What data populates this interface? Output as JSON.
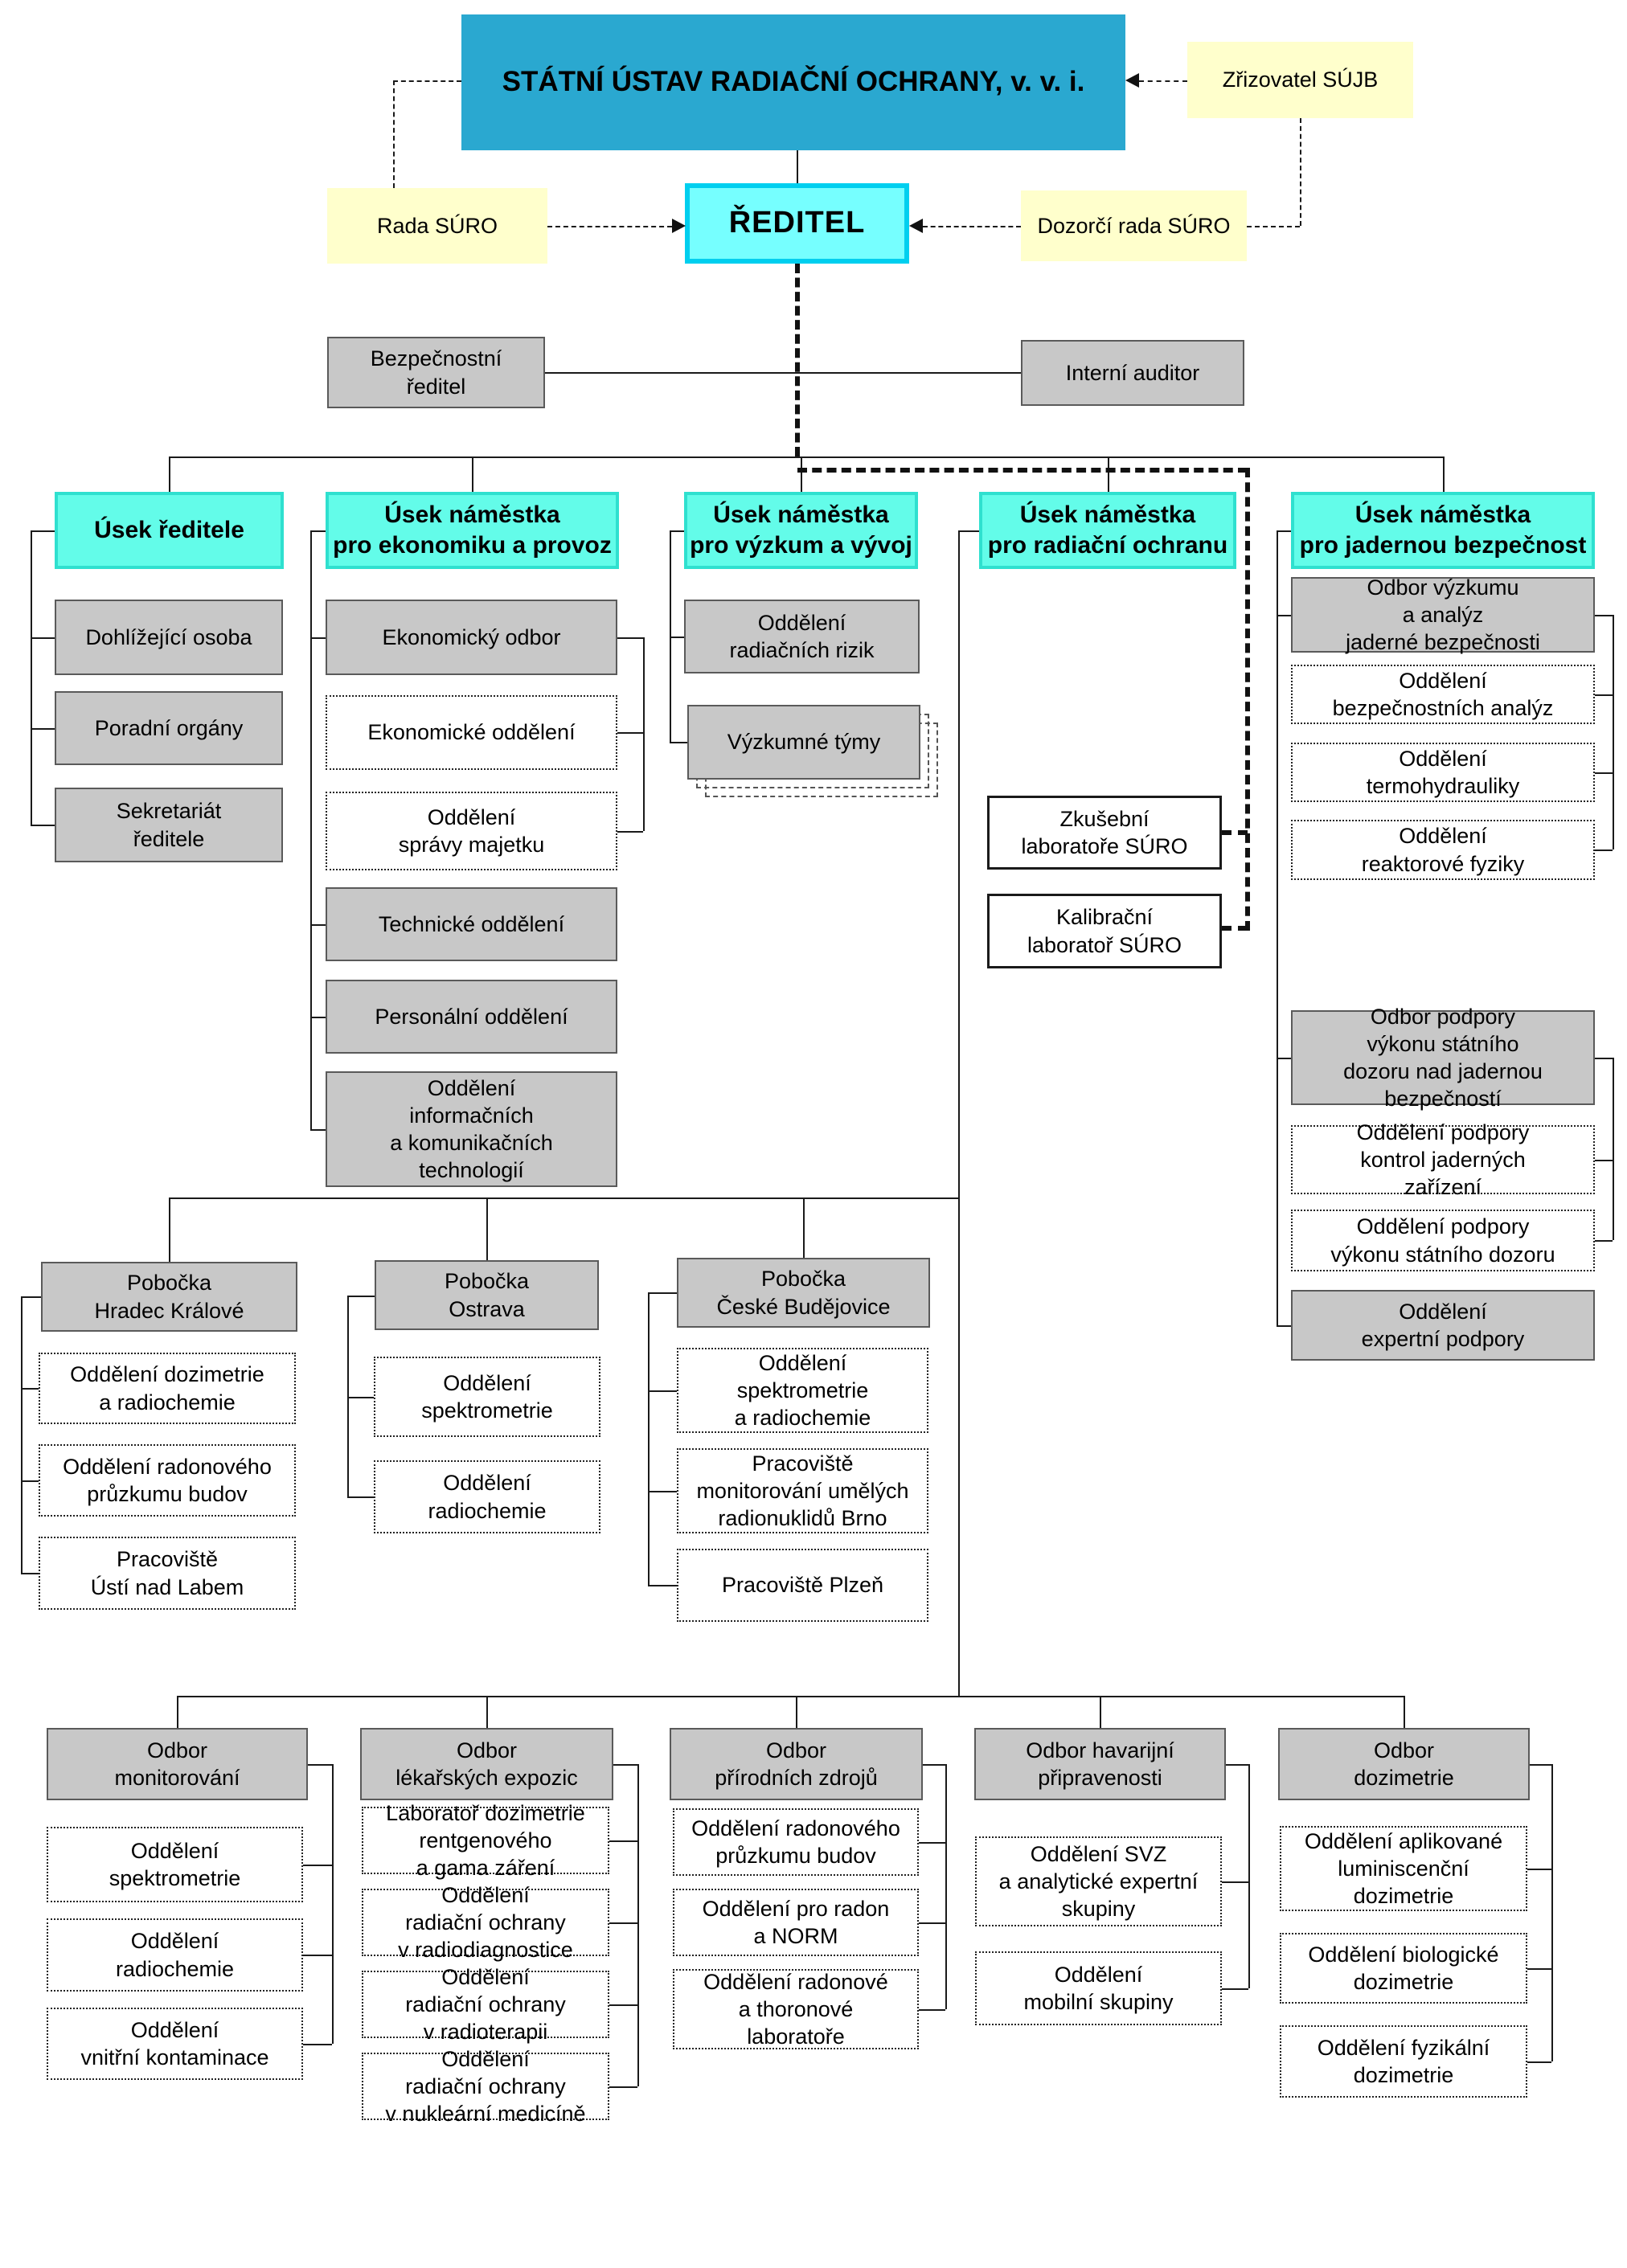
{
  "institute": {
    "title": "STÁTNÍ ÚSTAV RADIAČNÍ OCHRANY, v. v. i.",
    "founder": "Zřizovatel SÚJB",
    "board": "Rada SÚRO",
    "director": "ŘEDITEL",
    "supervisory_board": "Dozorčí rada SÚRO",
    "security_director": "Bezpečnostní\nředitel",
    "internal_auditor": "Interní auditor"
  },
  "divisions": {
    "reditel": {
      "title": "Úsek ředitele",
      "units": [
        "Dohlížející osoba",
        "Poradní orgány",
        "Sekretariát\nředitele"
      ]
    },
    "ekonomika": {
      "title": "Úsek náměstka\npro ekonomiku a provoz",
      "units": [
        "Ekonomický odbor",
        "Ekonomické oddělení",
        "Oddělení\nsprávy majetku",
        "Technické oddělení",
        "Personální oddělení",
        "Oddělení\ninformačních\na komunikačních\ntechnologií"
      ]
    },
    "vyzkum": {
      "title": "Úsek náměstka\npro výzkum a vývoj",
      "units": [
        "Oddělení\nradiačních rizik",
        "Výzkumné týmy"
      ]
    },
    "radiacni": {
      "title": "Úsek náměstka\npro radiační ochranu",
      "labs": [
        "Zkušební\nlaboratoře SÚRO",
        "Kalibrační\nlaboratoř SÚRO"
      ]
    },
    "jaderna": {
      "title": "Úsek náměstka\npro jadernou bezpečnost",
      "units": [
        "Odbor výzkumu\na analýz\njaderné bezpečnosti",
        "Oddělení\nbezpečnostních analýz",
        "Oddělení\ntermohydrauliky",
        "Oddělení\nreaktorové fyziky",
        "Odbor podpory\nvýkonu státního\ndozoru nad jadernou\nbezpečností",
        "Oddělení podpory\nkontrol jaderných\nzařízení",
        "Oddělení podpory\nvýkonu státního dozoru",
        "Oddělení\nexpertní podpory"
      ]
    }
  },
  "branches": {
    "hradec": {
      "title": "Pobočka\nHradec Králové",
      "units": [
        "Oddělení dozimetrie\na radiochemie",
        "Oddělení radonového\nprůzkumu budov",
        "Pracoviště\nÚstí nad Labem"
      ]
    },
    "ostrava": {
      "title": "Pobočka\nOstrava",
      "units": [
        "Oddělení\nspektrometrie",
        "Oddělení\nradiochemie"
      ]
    },
    "budejovice": {
      "title": "Pobočka\nČeské Budějovice",
      "units": [
        "Oddělení\nspektrometrie\na radiochemie",
        "Pracoviště\nmonitorování umělých\nradionuklidů Brno",
        "Pracoviště Plzeň"
      ]
    }
  },
  "departments": {
    "monitorovani": {
      "title": "Odbor\nmonitorování",
      "units": [
        "Oddělení\nspektrometrie",
        "Oddělení\nradiochemie",
        "Oddělení\nvnitřní kontaminace"
      ]
    },
    "lekarske": {
      "title": "Odbor\nlékařských expozic",
      "units": [
        "Laboratoř dozimetrie\nrentgenového\na gama záření",
        "Oddělení\nradiační ochrany\nv radiodiagnostice",
        "Oddělení\nradiační ochrany\nv radioterapii",
        "Oddělení\nradiační ochrany\nv nukleární medicíně"
      ]
    },
    "prirodni": {
      "title": "Odbor\npřírodních zdrojů",
      "units": [
        "Oddělení radonového\nprůzkumu budov",
        "Oddělení pro radon\na NORM",
        "Oddělení radonové\na thoronové\nlaboratoře"
      ]
    },
    "havarijni": {
      "title": "Odbor havarijní\npřipravenosti",
      "units": [
        "Oddělení SVZ\na analytické expertní\nskupiny",
        "Oddělení\nmobilní skupiny"
      ]
    },
    "dozimetrie": {
      "title": "Odbor\ndozimetrie",
      "units": [
        "Oddělení aplikované\nluminiscenční\ndozimetrie",
        "Oddělení biologické\ndozimetrie",
        "Oddělení fyzikální\ndozimetrie"
      ]
    }
  },
  "colors": {
    "institute_fill": "#2AA8D0",
    "director_fill": "#76FFFF",
    "director_border": "#00CFEF",
    "division_header_fill": "#63FCE9",
    "division_header_border": "#2FE0CF",
    "note_yellow": "#FFFFCC",
    "unit_gray": "#C8C8C8"
  }
}
